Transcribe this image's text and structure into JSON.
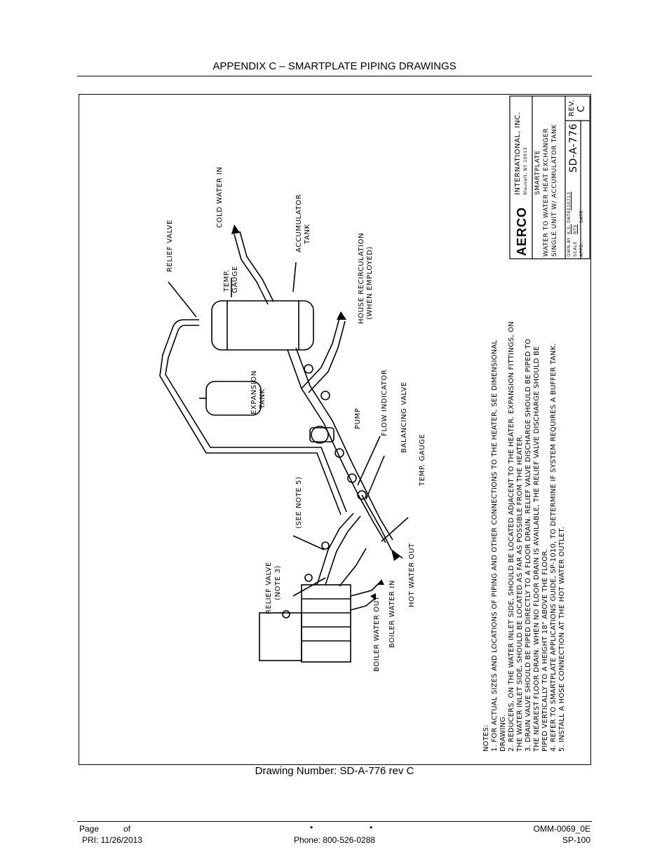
{
  "header": {
    "title": "APPENDIX C – SMARTPLATE PIPING DRAWINGS"
  },
  "drawing": {
    "caption": "Drawing Number: SD-A-776 rev C",
    "labels": {
      "relief_valve_top": "RELIEF VALVE",
      "cold_water_in": "COLD WATER IN",
      "accumulator_tank_1": "ACCUMULATOR",
      "accumulator_tank_2": "TANK",
      "temp_gauge_top_1": "TEMP.",
      "temp_gauge_top_2": "GAUGE",
      "house_recirc_1": "HOUSE RECIRCULATION",
      "house_recirc_2": "(WHEN EMPLOYED)",
      "expansion_tank_1": "EXPANSION",
      "expansion_tank_2": "TANK",
      "pump": "PUMP",
      "flow_indicator": "FLOW INDICATOR",
      "balancing_valve": "BALANCING VALVE",
      "temp_gauge_bottom": "TEMP. GAUGE",
      "see_note_5": "(SEE NOTE 5)",
      "relief_valve_note3_1": "RELIEF VALVE",
      "relief_valve_note3_2": "(NOTE 3)",
      "boiler_water_out": "BOILER WATER OUT",
      "boiler_water_in": "BOILER WATER IN",
      "hot_water_out": "HOT WATER OUT"
    },
    "notes": [
      "NOTES:",
      "1. FOR ACTUAL SIZES AND LOCATIONS OF PIPING AND OTHER CONNECTIONS TO THE HEATER, SEE DIMENSIONAL",
      "    DRAWING.",
      "2. REDUCERS, ON THE WATER INLET SIDE, SHOULD BE LOCATED ADJACENT TO THE HEATER. EXPANSION FITTINGS, ON",
      "    THE WATER INLET SIDE, SHOULD BE LOCATED AS FAR AS POSSIBLE FROM THE HEATER.",
      "3. DRAIN VALVE SHOULD BE PIPED DIRECTLY TO A FLOOR DRAIN. RELIEF VALVE DISCHARGE SHOULD BE PIPED TO",
      "    THE NEAREST FLOOR DRAIN. WHEN NO FLOOR DRAIN IS AVAILABLE, THE RELIEF VALVE DISCHARGE SHOULD BE",
      "    PIPED VERTICALLY TO A HEIGHT 18\" ABOVE THE FLOOR.",
      "4. REFER TO SMARTPLATE APPLICATIONS GUIDE, SP-1010, TO DETERMINE IF SYSTEM REQUIRES A BUFFER TANK.",
      "5. INSTALL A HOSE CONNECTION AT THE HOT WATER OUTLET."
    ],
    "title_block": {
      "company_logo": "AERCO",
      "company_name": "INTERNATIONAL, INC.",
      "company_address": "Blauvelt, NY 10913",
      "title_1": "SMARTPLATE",
      "title_2": "WATER TO WATER HEAT EXCHANGER",
      "title_3": "SINGLE UNIT W/ ACCUMULATOR TANK",
      "dwn_by": "DWN.BY",
      "dwn_by_value": "K.S.",
      "date_label_1": "DATE",
      "date_value_1": "010713",
      "scale": "SCALE",
      "scale_value": "NTS",
      "appd": "APPD.",
      "date_label_2": "DATE",
      "drawing_number": "SD-A-776",
      "rev_label": "REV.",
      "rev_value": "C"
    }
  },
  "footer": {
    "page_label": "Page",
    "of_label": "of",
    "pri": "PRI:  11/26/2013",
    "bullet_1": "•",
    "bullet_2": "•",
    "phone": "Phone: 800-526-0288",
    "doc_number": "OMM-0069_0E",
    "sp": "SP-100"
  }
}
